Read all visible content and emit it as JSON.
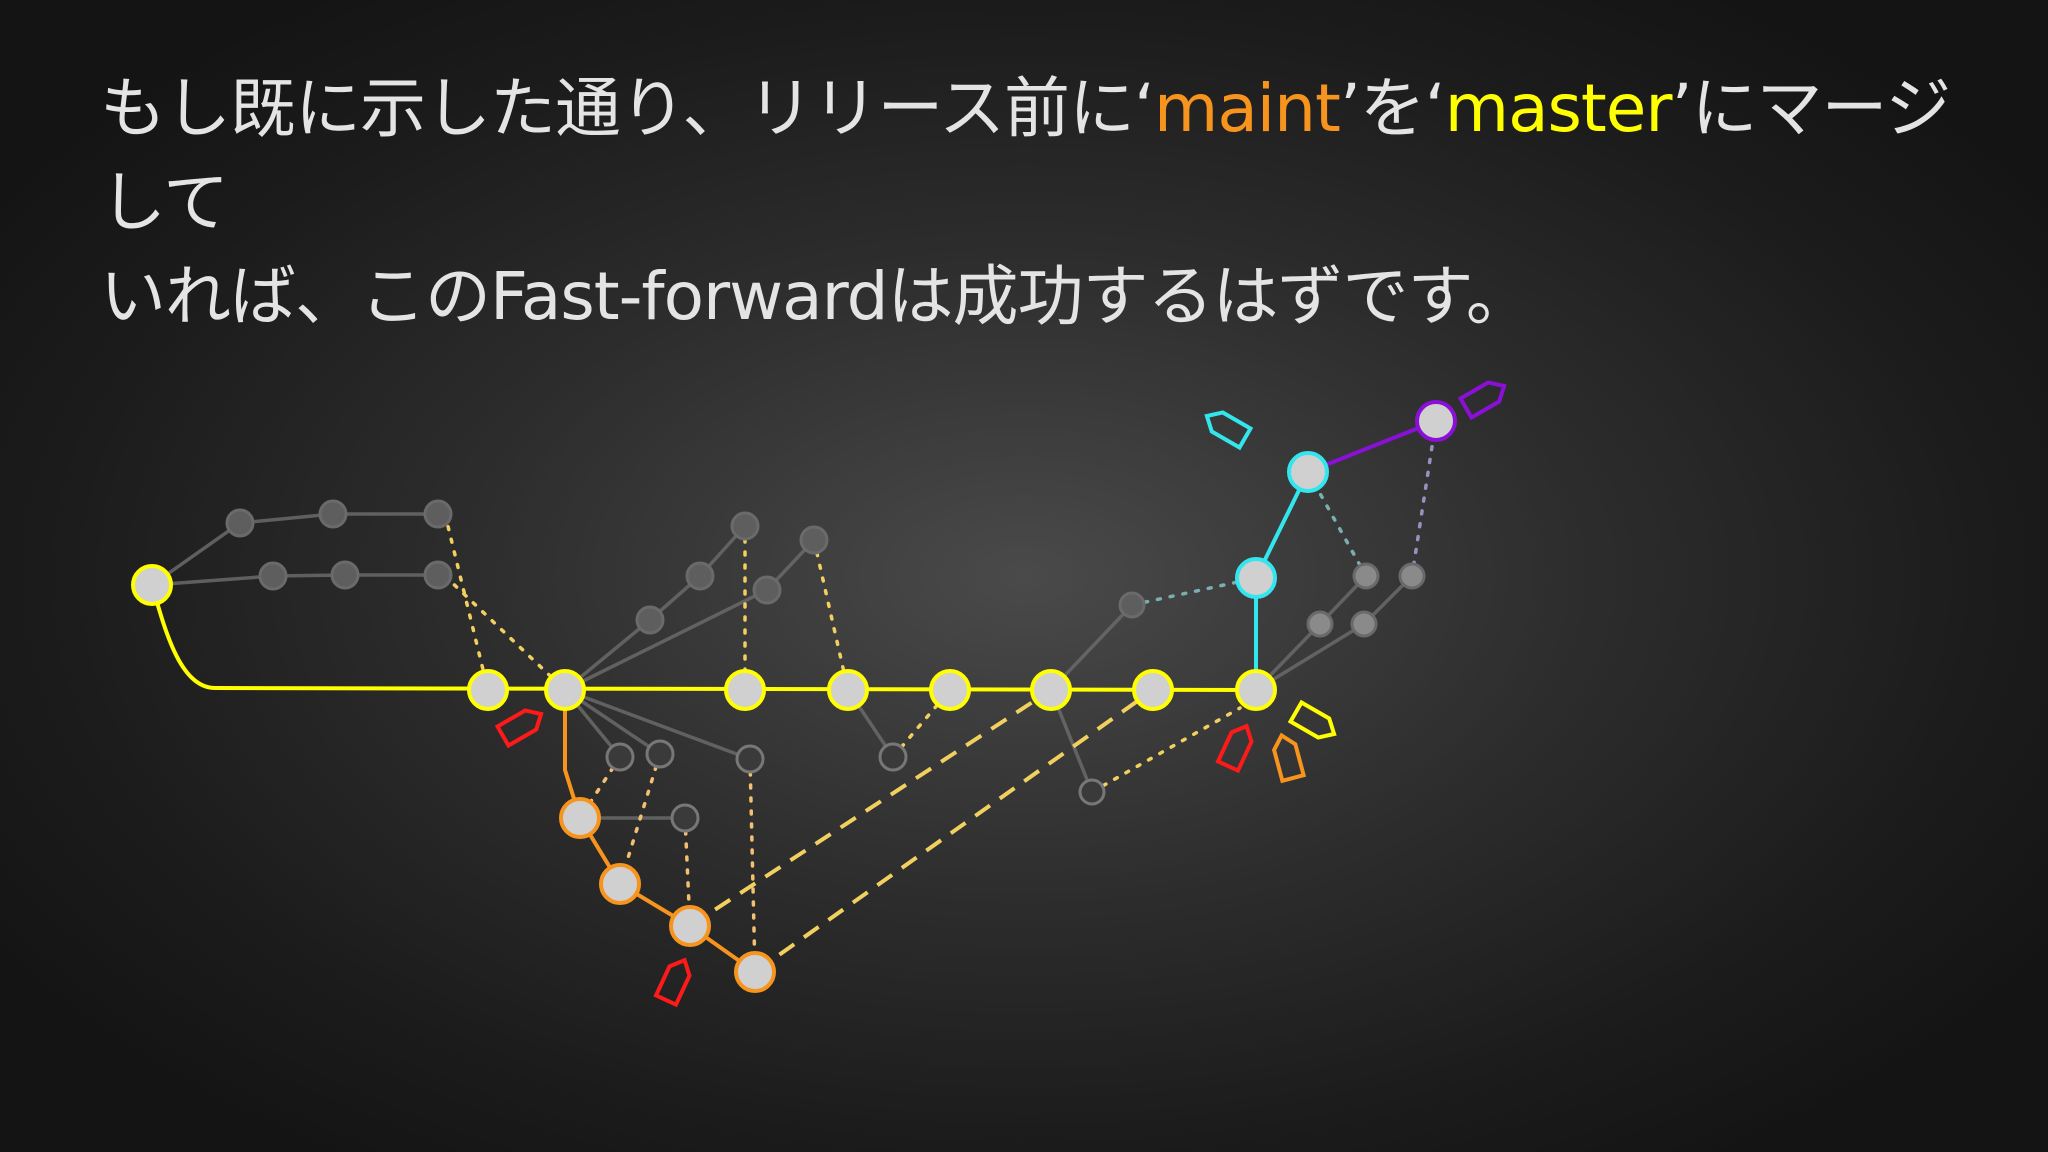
{
  "caption": {
    "line1_part1": "もし既に示した通り、リリース前に‘",
    "branch_maint": "maint",
    "line1_part2": "’を‘",
    "branch_master": "master",
    "line1_part3": "’にマージして",
    "line2": "いれば、このFast-forwardは成功するはずです。"
  },
  "colors": {
    "master": "#ffff00",
    "maint": "#f7941d",
    "cyan_branch": "#33e6ee",
    "purple_branch": "#8a10d8",
    "faded": "#888888",
    "tag_red": "#ff1a1a",
    "node_fill": "#d0d0d0",
    "text": "#e4e4e4"
  }
}
